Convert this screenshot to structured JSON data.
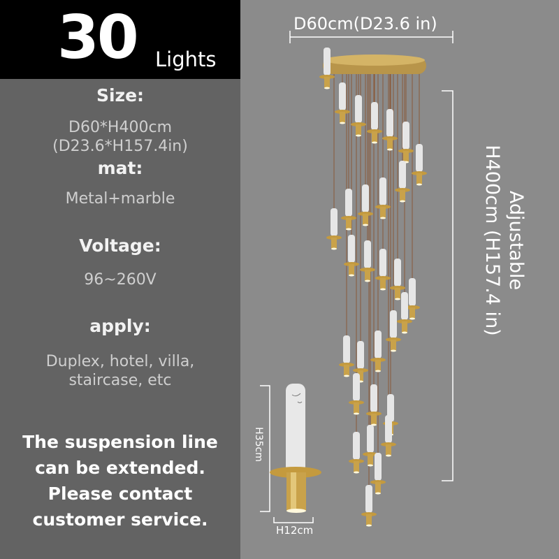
{
  "header": {
    "count": "30",
    "unit": "Lights"
  },
  "specs": {
    "size_label": "Size:",
    "size_value_cm": "D60*H400cm",
    "size_value_in": "(D23.6*H157.4in)",
    "material_label": "mat:",
    "material_value": "Metal+marble",
    "voltage_label": "Voltage:",
    "voltage_value": "96~260V",
    "apply_label": "apply:",
    "apply_value_1": "Duplex, hotel, villa,",
    "apply_value_2": "staircase, etc"
  },
  "note": [
    "The suspension line",
    "can be extended.",
    "Please contact",
    "customer service."
  ],
  "dimensions": {
    "diameter": "D60cm(D23.6 in)",
    "height_1": "Adjustable",
    "height_2": "H400cm (H157.4 in)",
    "pendant_height": "H35cm",
    "pendant_width": "H12cm"
  },
  "colors": {
    "gold": "#c9a24a",
    "marble": "#e6e6e6",
    "panel": "#636363",
    "background": "#8b8b8b"
  }
}
